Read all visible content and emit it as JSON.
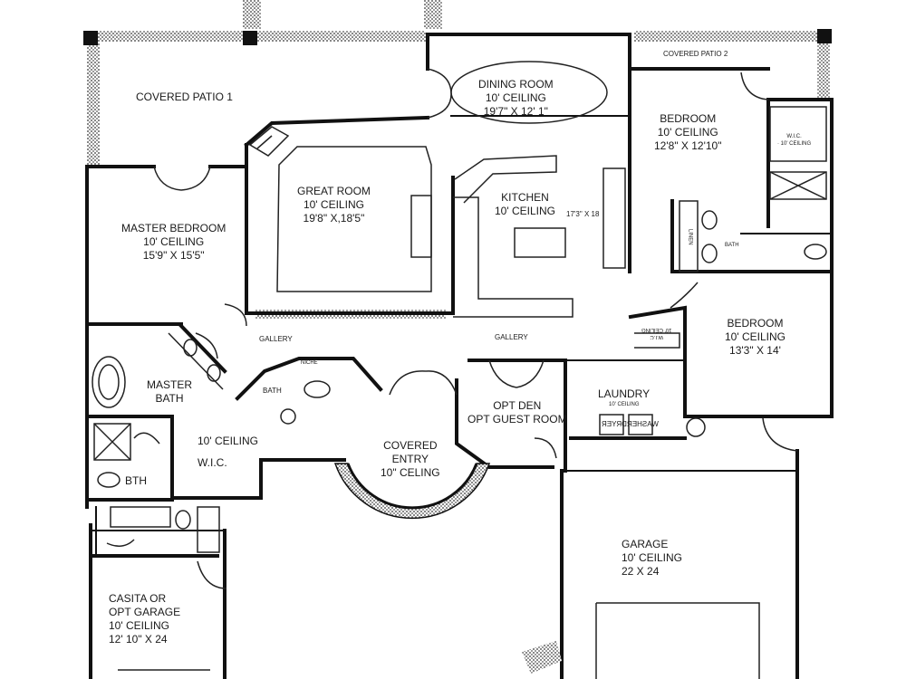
{
  "rooms": {
    "covered_patio_1": {
      "name": "COVERED PATIO 1"
    },
    "covered_patio_2": {
      "name": "COVERED PATIO 2"
    },
    "dining_room": {
      "name": "DINING ROOM",
      "ceiling": "10' CEILING",
      "size": "19'7\" X 12' 1\""
    },
    "bedroom_2": {
      "name": "BEDROOM",
      "ceiling": "10' CEILING",
      "size": "12'8\" X 12'10\""
    },
    "wic_2": {
      "name": "W.I.C.",
      "ceiling": "· 10' CEILING"
    },
    "great_room": {
      "name": "GREAT ROOM",
      "ceiling": "10' CEILING",
      "size": "19'8\" X,18'5\""
    },
    "kitchen": {
      "name": "KITCHEN",
      "ceiling": "10' CEILING",
      "size": "17'3\" X 18"
    },
    "master_bedroom": {
      "name": "MASTER BEDROOM",
      "ceiling": "10' CEILING",
      "size": "15'9\" X 15'5\""
    },
    "bath_2": {
      "name": "BATH"
    },
    "linen": {
      "name": "LINEN"
    },
    "bedroom_3": {
      "name": "BEDROOM",
      "ceiling": "10' CEILING",
      "size": "13'3\" X 14'"
    },
    "wic_3": {
      "name": "W.I.C",
      "ceiling": "10' CEILING"
    },
    "gallery_left": {
      "name": "GALLERY"
    },
    "gallery_right": {
      "name": "GALLERY"
    },
    "niche": {
      "name": "NICHE"
    },
    "master_bath": {
      "name": "MASTER",
      "name2": "BATH"
    },
    "powder_bath": {
      "name": "BATH"
    },
    "opt_den": {
      "name": "OPT DEN",
      "name2": "OPT GUEST ROOM"
    },
    "laundry": {
      "name": "LAUNDRY",
      "ceiling": "10' CEILING"
    },
    "master_wic": {
      "ceiling": "10' CEILING",
      "name": "W.I.C."
    },
    "covered_entry": {
      "name": "COVERED",
      "name2": "ENTRY",
      "ceiling": "10\" CELING"
    },
    "bth": {
      "name": "BTH"
    },
    "garage": {
      "name": "GARAGE",
      "ceiling": "10' CEILING",
      "size": "22 X 24"
    },
    "casita": {
      "name": "CASITA OR",
      "name2": "OPT GARAGE",
      "ceiling": "10' CEILING",
      "size": "12' 10\" X 24"
    }
  },
  "fixtures": {
    "dryer": "DRYER",
    "washer": "WASHER"
  }
}
